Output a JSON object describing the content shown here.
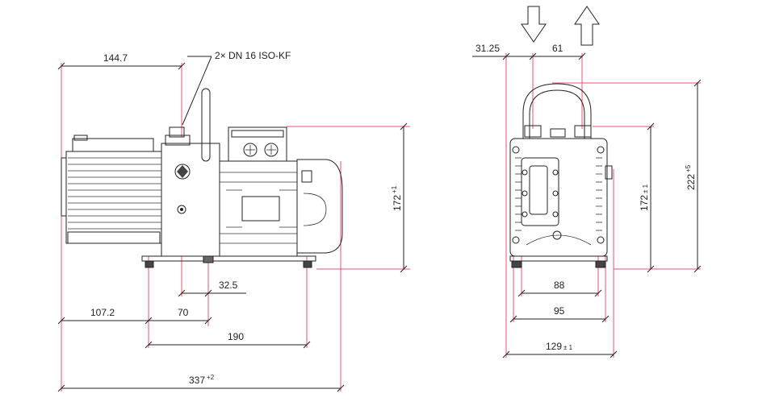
{
  "side_view": {
    "port_label": "2× DN 16 ISO-KF",
    "dims": {
      "d_144_7": "144.7",
      "d_32_5": "32.5",
      "d_107_2": "107.2",
      "d_70": "70",
      "d_190": "190",
      "d_337": "337",
      "d_337_tol": "+2",
      "d_172": "172",
      "d_172_tol": "+1"
    }
  },
  "front_view": {
    "dims": {
      "d_31_25": "31.25",
      "d_61": "61",
      "d_88": "88",
      "d_95": "95",
      "d_129": "129",
      "d_129_tol": "± 1",
      "d_172": "172",
      "d_172_tol": "± 1",
      "d_222": "222",
      "d_222_tol": "+5"
    },
    "arrows": [
      "inlet-arrow-down",
      "outlet-arrow-up"
    ]
  },
  "colors": {
    "dimension_line": "#e8527a",
    "drawing_line": "#222222",
    "background": "#ffffff"
  }
}
